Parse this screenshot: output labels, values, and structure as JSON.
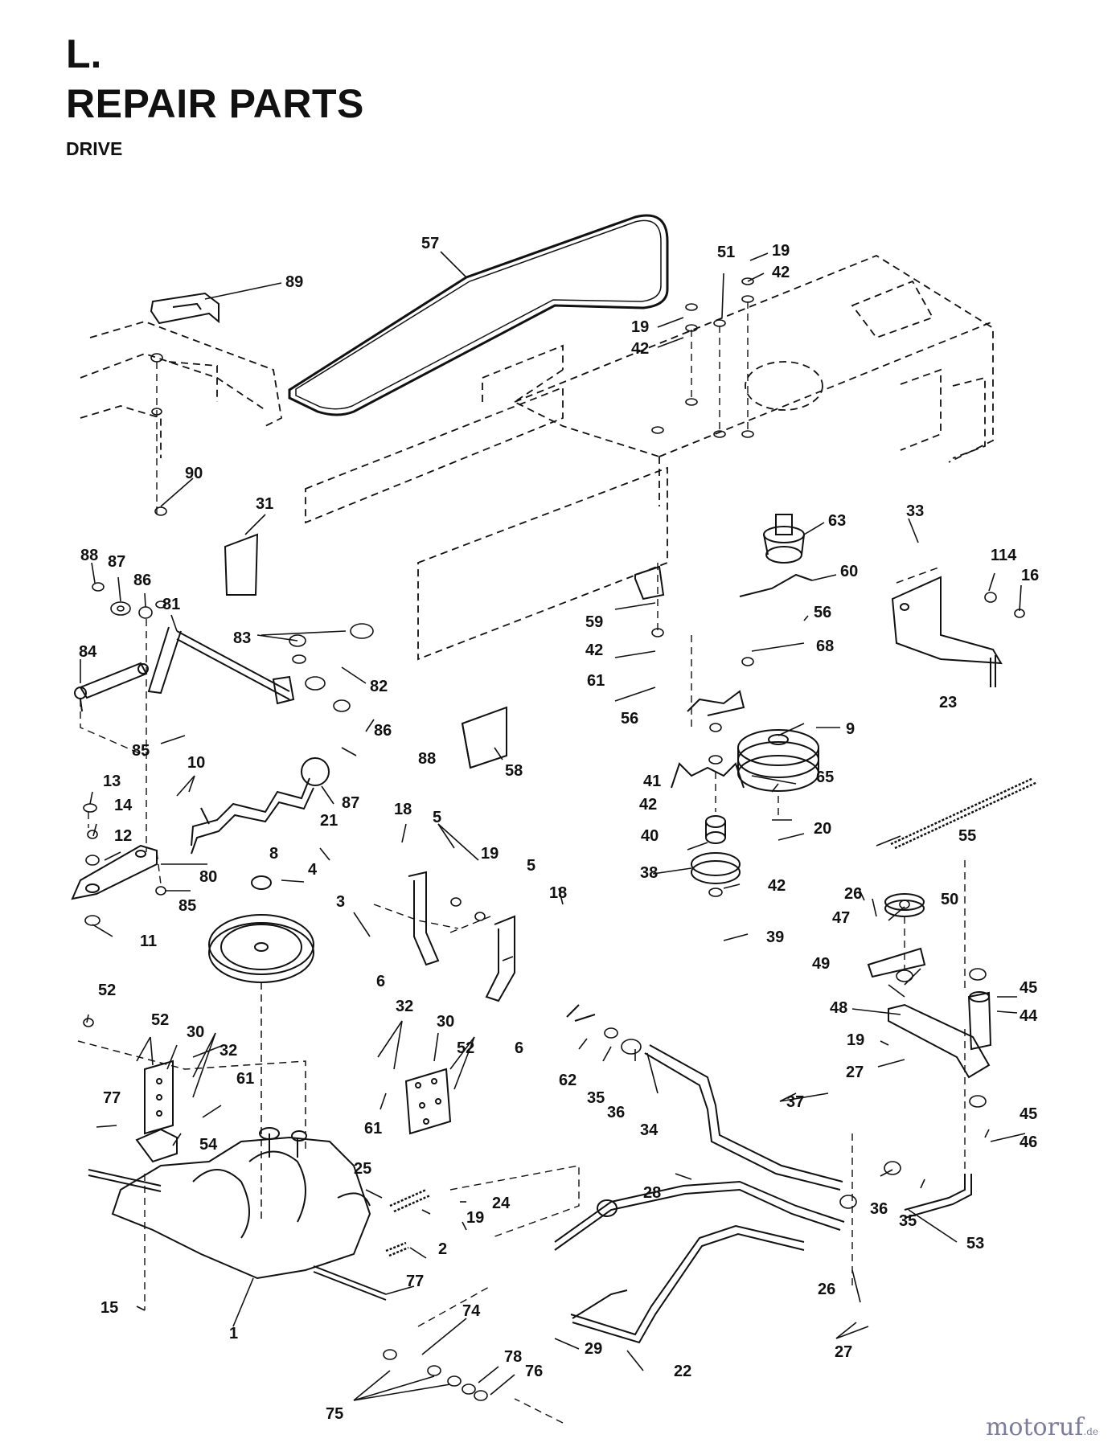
{
  "header": {
    "section_letter": "L.",
    "title": "REPAIR PARTS",
    "subtitle": "DRIVE"
  },
  "callouts": [
    {
      "id": "c1",
      "num": "57"
    },
    {
      "id": "c2",
      "num": "89"
    },
    {
      "id": "c3",
      "num": "51"
    },
    {
      "id": "c4",
      "num": "19"
    },
    {
      "id": "c5",
      "num": "42"
    },
    {
      "id": "c6",
      "num": "19"
    },
    {
      "id": "c7",
      "num": "42"
    },
    {
      "id": "c8",
      "num": "90"
    },
    {
      "id": "c9",
      "num": "31"
    },
    {
      "id": "c10",
      "num": "63"
    },
    {
      "id": "c11",
      "num": "33"
    },
    {
      "id": "c12",
      "num": "114"
    },
    {
      "id": "c13",
      "num": "16"
    },
    {
      "id": "c14",
      "num": "60"
    },
    {
      "id": "c15",
      "num": "88"
    },
    {
      "id": "c16",
      "num": "87"
    },
    {
      "id": "c17",
      "num": "86"
    },
    {
      "id": "c18",
      "num": "81"
    },
    {
      "id": "c19",
      "num": "59"
    },
    {
      "id": "c20",
      "num": "56"
    },
    {
      "id": "c21",
      "num": "84"
    },
    {
      "id": "c22",
      "num": "83"
    },
    {
      "id": "c23",
      "num": "42"
    },
    {
      "id": "c24",
      "num": "68"
    },
    {
      "id": "c25",
      "num": "82"
    },
    {
      "id": "c26",
      "num": "61"
    },
    {
      "id": "c27",
      "num": "56"
    },
    {
      "id": "c28",
      "num": "9"
    },
    {
      "id": "c29",
      "num": "23"
    },
    {
      "id": "c30",
      "num": "85"
    },
    {
      "id": "c31",
      "num": "86"
    },
    {
      "id": "c32",
      "num": "88"
    },
    {
      "id": "c33",
      "num": "58"
    },
    {
      "id": "c34",
      "num": "10"
    },
    {
      "id": "c35",
      "num": "65"
    },
    {
      "id": "c36",
      "num": "41"
    },
    {
      "id": "c37",
      "num": "13"
    },
    {
      "id": "c38",
      "num": "87"
    },
    {
      "id": "c39",
      "num": "42"
    },
    {
      "id": "c40",
      "num": "21"
    },
    {
      "id": "c41",
      "num": "14"
    },
    {
      "id": "c42",
      "num": "18"
    },
    {
      "id": "c43",
      "num": "5"
    },
    {
      "id": "c44",
      "num": "20"
    },
    {
      "id": "c45",
      "num": "40"
    },
    {
      "id": "c46",
      "num": "55"
    },
    {
      "id": "c47",
      "num": "12"
    },
    {
      "id": "c48",
      "num": "8"
    },
    {
      "id": "c49",
      "num": "19"
    },
    {
      "id": "c50",
      "num": "5"
    },
    {
      "id": "c51",
      "num": "80"
    },
    {
      "id": "c52",
      "num": "4"
    },
    {
      "id": "c53",
      "num": "38"
    },
    {
      "id": "c54",
      "num": "18"
    },
    {
      "id": "c55",
      "num": "42"
    },
    {
      "id": "c56",
      "num": "26"
    },
    {
      "id": "c57",
      "num": "50"
    },
    {
      "id": "c58",
      "num": "85"
    },
    {
      "id": "c59",
      "num": "3"
    },
    {
      "id": "c60",
      "num": "47"
    },
    {
      "id": "c61",
      "num": "11"
    },
    {
      "id": "c62",
      "num": "6"
    },
    {
      "id": "c63",
      "num": "39"
    },
    {
      "id": "c64",
      "num": "49"
    },
    {
      "id": "c65",
      "num": "52"
    },
    {
      "id": "c66",
      "num": "6"
    },
    {
      "id": "c67",
      "num": "45"
    },
    {
      "id": "c68",
      "num": "32"
    },
    {
      "id": "c69",
      "num": "48"
    },
    {
      "id": "c70",
      "num": "44"
    },
    {
      "id": "c71",
      "num": "52"
    },
    {
      "id": "c72",
      "num": "30"
    },
    {
      "id": "c73",
      "num": "30"
    },
    {
      "id": "c74",
      "num": "19"
    },
    {
      "id": "c75",
      "num": "32"
    },
    {
      "id": "c76",
      "num": "52"
    },
    {
      "id": "c77",
      "num": "61"
    },
    {
      "id": "c78",
      "num": "62"
    },
    {
      "id": "c79",
      "num": "35"
    },
    {
      "id": "c80",
      "num": "36"
    },
    {
      "id": "c81",
      "num": "27"
    },
    {
      "id": "c82",
      "num": "45"
    },
    {
      "id": "c83",
      "num": "77"
    },
    {
      "id": "c84",
      "num": "61"
    },
    {
      "id": "c85",
      "num": "34"
    },
    {
      "id": "c86",
      "num": "37"
    },
    {
      "id": "c87",
      "num": "46"
    },
    {
      "id": "c88",
      "num": "54"
    },
    {
      "id": "c89",
      "num": "25"
    },
    {
      "id": "c90",
      "num": "24"
    },
    {
      "id": "c91",
      "num": "28"
    },
    {
      "id": "c92",
      "num": "19"
    },
    {
      "id": "c93",
      "num": "36"
    },
    {
      "id": "c94",
      "num": "35"
    },
    {
      "id": "c95",
      "num": "53"
    },
    {
      "id": "c96",
      "num": "2"
    },
    {
      "id": "c97",
      "num": "77"
    },
    {
      "id": "c98",
      "num": "26"
    },
    {
      "id": "c99",
      "num": "15"
    },
    {
      "id": "c100",
      "num": "1"
    },
    {
      "id": "c101",
      "num": "74"
    },
    {
      "id": "c102",
      "num": "29"
    },
    {
      "id": "c103",
      "num": "78"
    },
    {
      "id": "c104",
      "num": "22"
    },
    {
      "id": "c105",
      "num": "76"
    },
    {
      "id": "c106",
      "num": "27"
    },
    {
      "id": "c107",
      "num": "75"
    }
  ],
  "watermark": {
    "text": "motoruf",
    "suffix": ".de"
  }
}
